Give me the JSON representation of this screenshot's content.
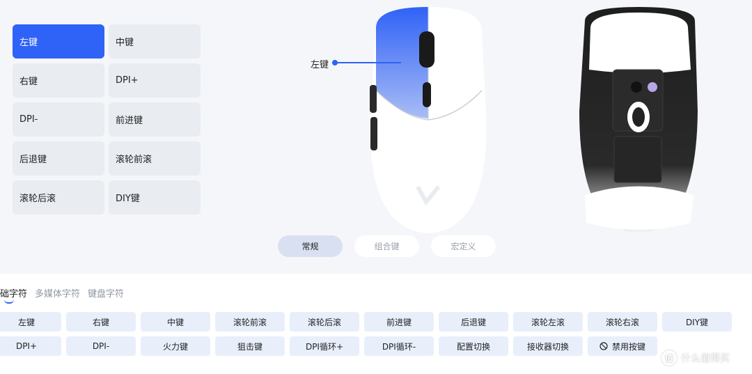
{
  "key_buttons": [
    {
      "label": "左键",
      "active": true
    },
    {
      "label": "中键"
    },
    {
      "label": "右键"
    },
    {
      "label": "DPI+"
    },
    {
      "label": "DPI-"
    },
    {
      "label": "前进键"
    },
    {
      "label": "后退键"
    },
    {
      "label": "滚轮前滚"
    },
    {
      "label": "滚轮后滚"
    },
    {
      "label": "DIY键"
    }
  ],
  "callout": {
    "label": "左键"
  },
  "colors": {
    "accent": "#2f62f6",
    "panel_bg": "#f4f6f9"
  },
  "mode_tabs": [
    {
      "label": "常规",
      "active": true
    },
    {
      "label": "组合键"
    },
    {
      "label": "宏定义"
    }
  ],
  "category_tabs": [
    {
      "label": "础字符",
      "active": true
    },
    {
      "label": "多媒体字符"
    },
    {
      "label": "键盘字符"
    }
  ],
  "function_buttons": [
    [
      "左键",
      "右键",
      "中键",
      "滚轮前滚",
      "滚轮后滚",
      "前进键",
      "后退键",
      "滚轮左滚",
      "滚轮右滚",
      "DIY键"
    ],
    [
      "DPI+",
      "DPI-",
      "火力键",
      "狙击键",
      "DPI循环+",
      "DPI循环-",
      "配置切换",
      "接收器切换",
      "禁用按键"
    ]
  ],
  "watermark": {
    "text": "什么值得买",
    "icon": "值"
  }
}
